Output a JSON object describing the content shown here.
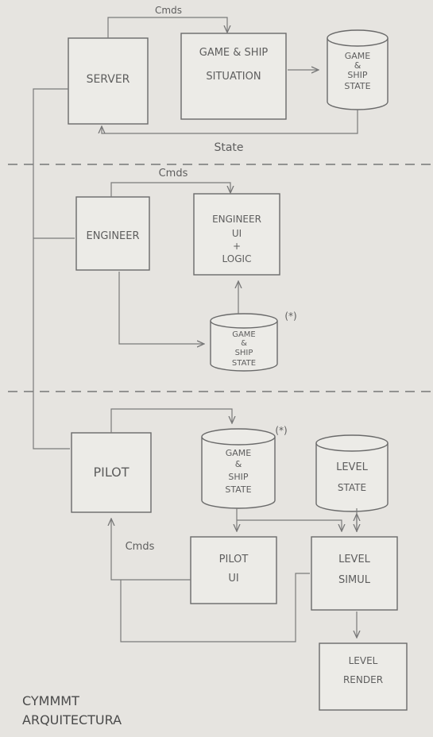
{
  "labels": {
    "server": "SERVER",
    "game_sim_1": "GAME & SHIP",
    "game_sim_2": "SITUATION",
    "state_db_1_1": "GAME",
    "state_db_1_2": "&",
    "state_db_1_3": "SHIP",
    "state_db_1_4": "STATE",
    "cmds_top": "Cmds",
    "state_return": "State",
    "cmds_engineer": "Cmds",
    "engineer": "ENGINEER",
    "engineer_ui_1": "ENGINEER",
    "engineer_ui_2": "UI",
    "engineer_ui_3": "+",
    "engineer_ui_4": "LOGIC",
    "state_db_2_1": "GAME",
    "state_db_2_2": "&",
    "state_db_2_3": "SHIP",
    "state_db_2_4": "STATE",
    "star_mark_1": "(*)",
    "pilot": "PILOT",
    "state_db_3_1": "GAME",
    "state_db_3_2": "&",
    "state_db_3_3": "SHIP",
    "state_db_3_4": "STATE",
    "star_mark_2": "(*)",
    "level_state_1": "LEVEL",
    "level_state_2": "STATE",
    "cmds_pilot": "Cmds",
    "pilot_ui_1": "PILOT",
    "pilot_ui_2": "UI",
    "level_simul_1": "LEVEL",
    "level_simul_2": "SIMUL",
    "level_render_1": "LEVEL",
    "level_render_2": "RENDER",
    "footer_1": "CYMMMT",
    "footer_2": "ARQUITECTURA"
  }
}
